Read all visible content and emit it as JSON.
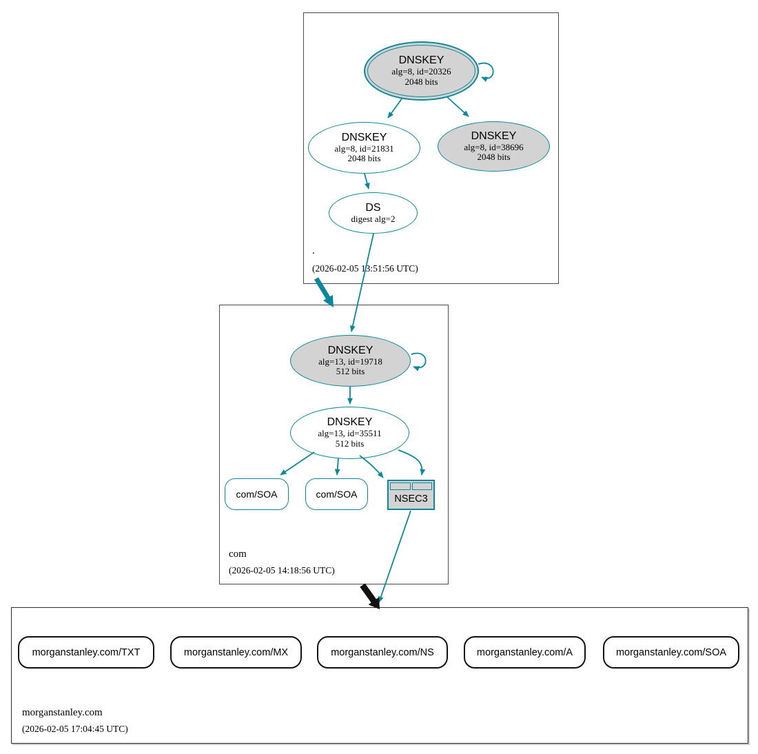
{
  "colors": {
    "secure_teal": "#0a879a",
    "node_fill_gray": "#d3d3d3",
    "insecure_black": "#111111",
    "background": "#ffffff"
  },
  "zones": {
    "root": {
      "label": ".",
      "timestamp": "(2026-02-05 13:51:56 UTC)",
      "ksk": {
        "title": "DNSKEY",
        "detail1": "alg=8, id=20326",
        "detail2": "2048 bits"
      },
      "zsk": {
        "title": "DNSKEY",
        "detail1": "alg=8, id=21831",
        "detail2": "2048 bits"
      },
      "dnskey2": {
        "title": "DNSKEY",
        "detail1": "alg=8, id=38696",
        "detail2": "2048 bits"
      },
      "ds": {
        "title": "DS",
        "detail1": "digest alg=2"
      }
    },
    "com": {
      "label": "com",
      "timestamp": "(2026-02-05 14:18:56 UTC)",
      "ksk": {
        "title": "DNSKEY",
        "detail1": "alg=13, id=19718",
        "detail2": "512 bits"
      },
      "zsk": {
        "title": "DNSKEY",
        "detail1": "alg=13, id=35511",
        "detail2": "512 bits"
      },
      "rrsets": [
        {
          "label": "com/SOA"
        },
        {
          "label": "com/SOA"
        }
      ],
      "nsec3": {
        "label": "NSEC3"
      }
    },
    "morganstanley": {
      "label": "morganstanley.com",
      "timestamp": "(2026-02-05 17:04:45 UTC)",
      "rrsets": [
        {
          "label": "morganstanley.com/TXT"
        },
        {
          "label": "morganstanley.com/MX"
        },
        {
          "label": "morganstanley.com/NS"
        },
        {
          "label": "morganstanley.com/A"
        },
        {
          "label": "morganstanley.com/SOA"
        }
      ]
    }
  }
}
